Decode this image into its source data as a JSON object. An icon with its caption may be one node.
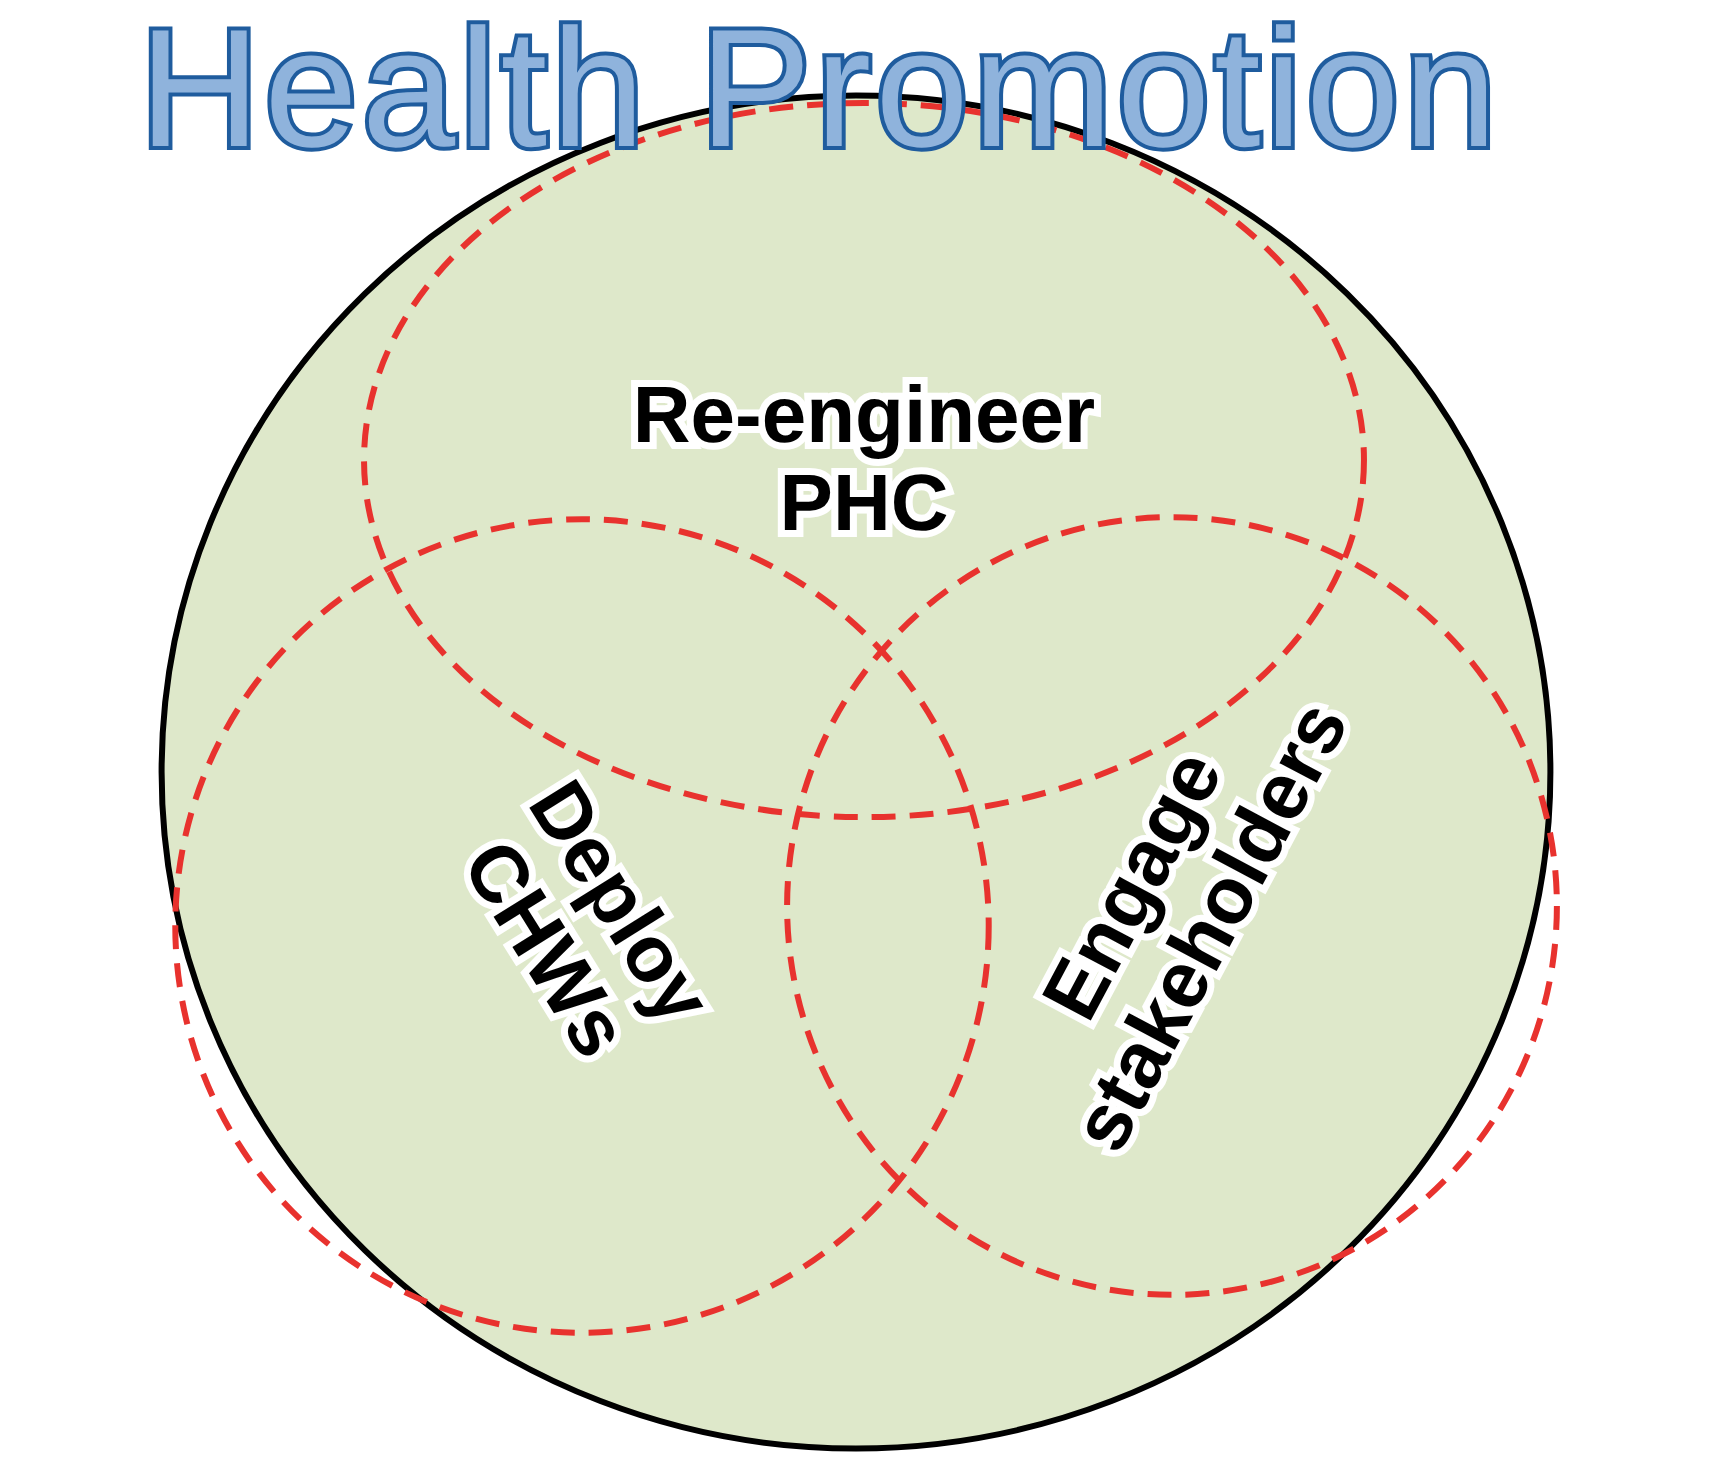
{
  "diagram": {
    "title": "Health Promotion",
    "nodes": [
      {
        "text": [],
        "shape": "circle"
      },
      {
        "text": [
          "Re-engineer PHC"
        ],
        "in": 0
      },
      {
        "text": [
          "Deploy CHWs"
        ],
        "in": 0
      },
      {
        "text": [
          "Engage stakeholders"
        ],
        "in": 0
      }
    ]
  }
}
